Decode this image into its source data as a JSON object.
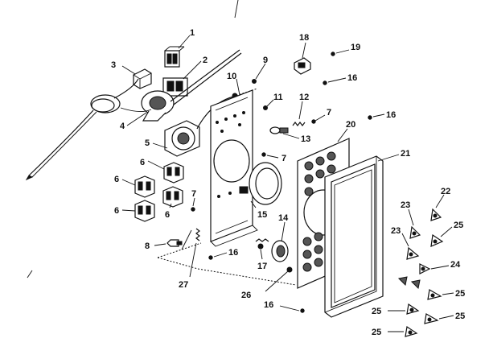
{
  "labels": {
    "p1": "1",
    "p2": "2",
    "p3": "3",
    "p4": "4",
    "p5": "5",
    "p6a": "6",
    "p6b": "6",
    "p6c": "6",
    "p6d": "6",
    "p7a": "7",
    "p7b": "7",
    "p7c": "7",
    "p8": "8",
    "p9": "9",
    "p10": "10",
    "p11": "11",
    "p12": "12",
    "p13": "13",
    "p14": "14",
    "p15": "15",
    "p16a": "16",
    "p16b": "16",
    "p16c": "16",
    "p16d": "16",
    "p17": "17",
    "p18": "18",
    "p19": "19",
    "p20": "20",
    "p21": "21",
    "p22": "22",
    "p23a": "23",
    "p23b": "23",
    "p24": "24",
    "p25a": "25",
    "p25b": "25",
    "p25c": "25",
    "p25d": "25",
    "p25e": "25",
    "p26": "26",
    "p27": "27"
  }
}
